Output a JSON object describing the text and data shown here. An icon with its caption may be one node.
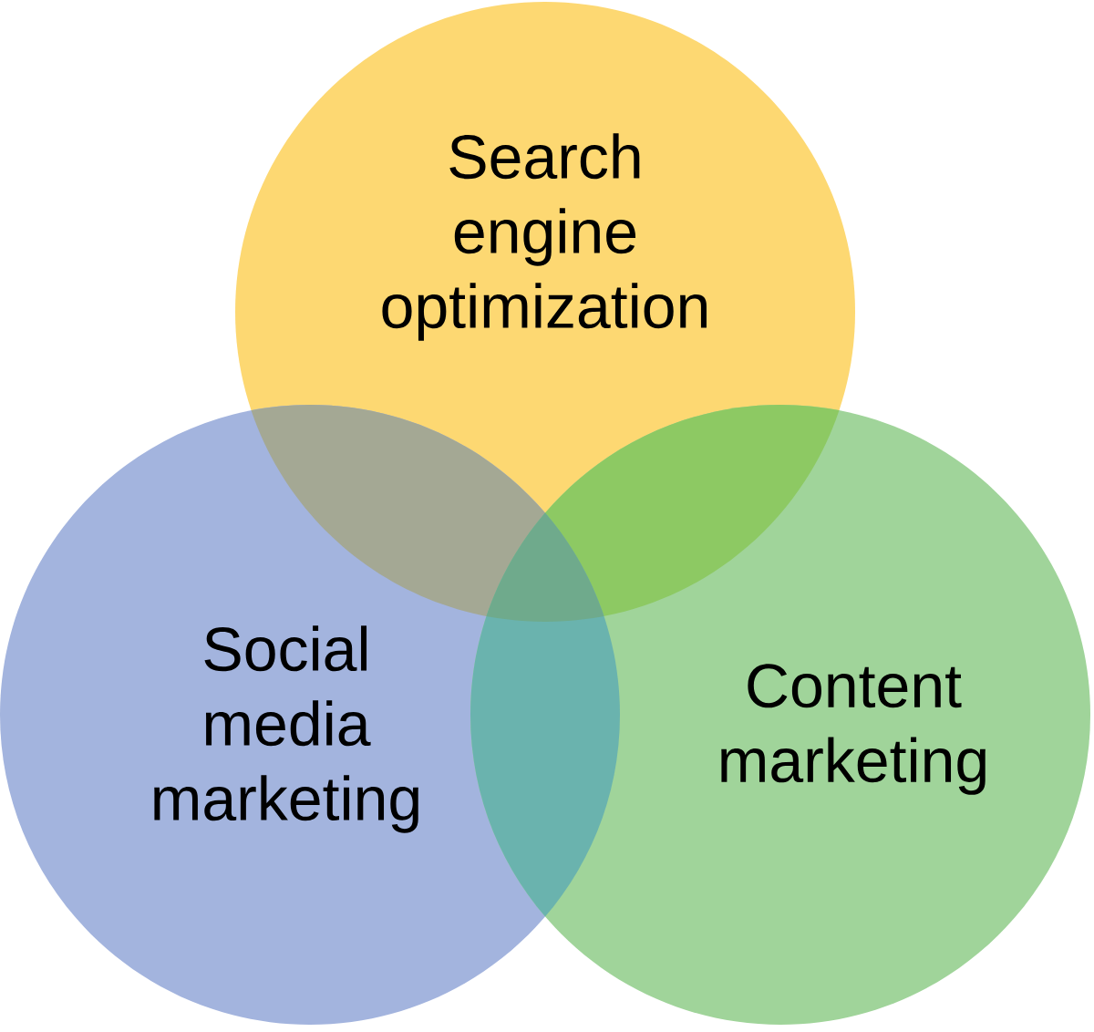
{
  "diagram": {
    "nodes": [
      {
        "text": [
          "Search engine optimization"
        ]
      },
      {
        "text": [
          "Social media marketing"
        ]
      },
      {
        "text": [
          "Content marketing"
        ]
      }
    ]
  }
}
